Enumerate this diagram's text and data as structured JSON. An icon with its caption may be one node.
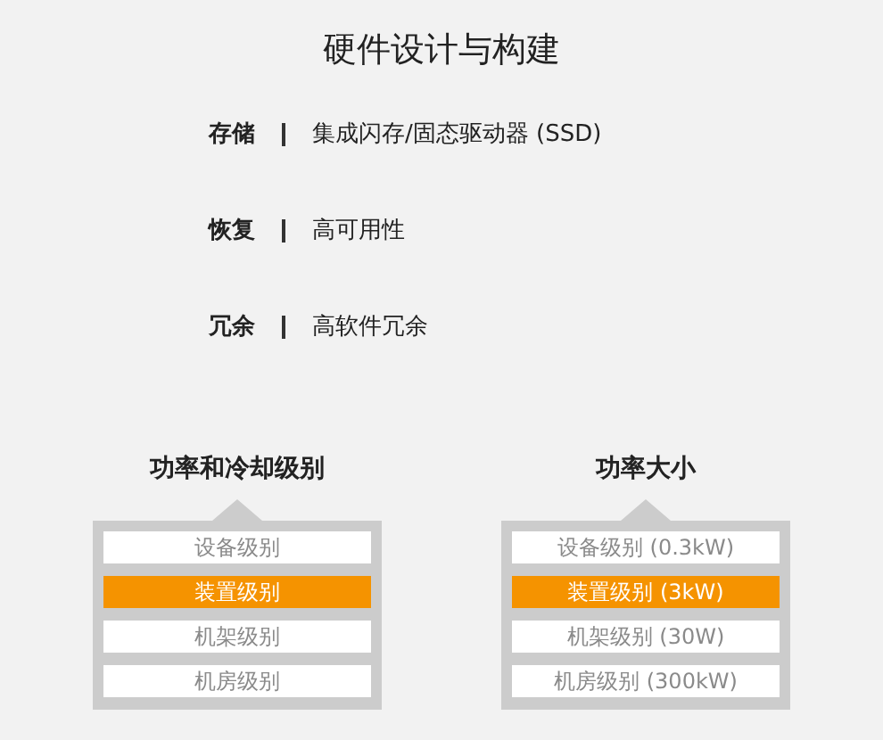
{
  "diagram": {
    "title": "硬件设计与构建",
    "nodes": [
      {
        "text": [
          "功率和冷却级别"
        ]
      },
      {
        "text": [
          "设备级别"
        ],
        "in": 0
      },
      {
        "text": [
          "装置级别"
        ],
        "in": 0
      },
      {
        "text": [
          "机架级别"
        ],
        "in": 0
      },
      {
        "text": [
          "机房级别"
        ],
        "in": 0
      },
      {
        "text": [
          "功率大小"
        ]
      },
      {
        "text": [
          "设备级别 (0.3kW)"
        ],
        "in": 5
      },
      {
        "text": [
          "装置级别 (3kW)"
        ],
        "in": 5
      },
      {
        "text": [
          "机架级别 (30W)"
        ],
        "in": 5
      },
      {
        "text": [
          "机房级别 (300kW)"
        ],
        "in": 5
      }
    ],
    "labels": [
      "存储",
      "集成闪存/固态驱动器 (SSD)",
      "恢复",
      "高可用性",
      "冗余",
      "高软件冗余"
    ]
  }
}
